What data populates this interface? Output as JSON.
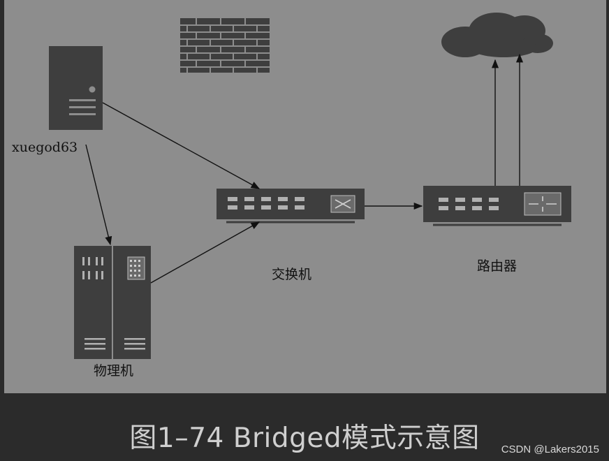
{
  "diagram": {
    "nodes": {
      "vm": {
        "label": "xuegod63"
      },
      "switch": {
        "label": "交换机"
      },
      "router": {
        "label": "路由器"
      },
      "host": {
        "label": "物理机"
      }
    },
    "icons": [
      "firewall-icon",
      "cloud-icon",
      "server-icon",
      "switch-icon",
      "router-icon",
      "rack-server-icon"
    ]
  },
  "caption": "图1–74 Bridged模式示意图",
  "watermark": "CSDN @Lakers2015"
}
